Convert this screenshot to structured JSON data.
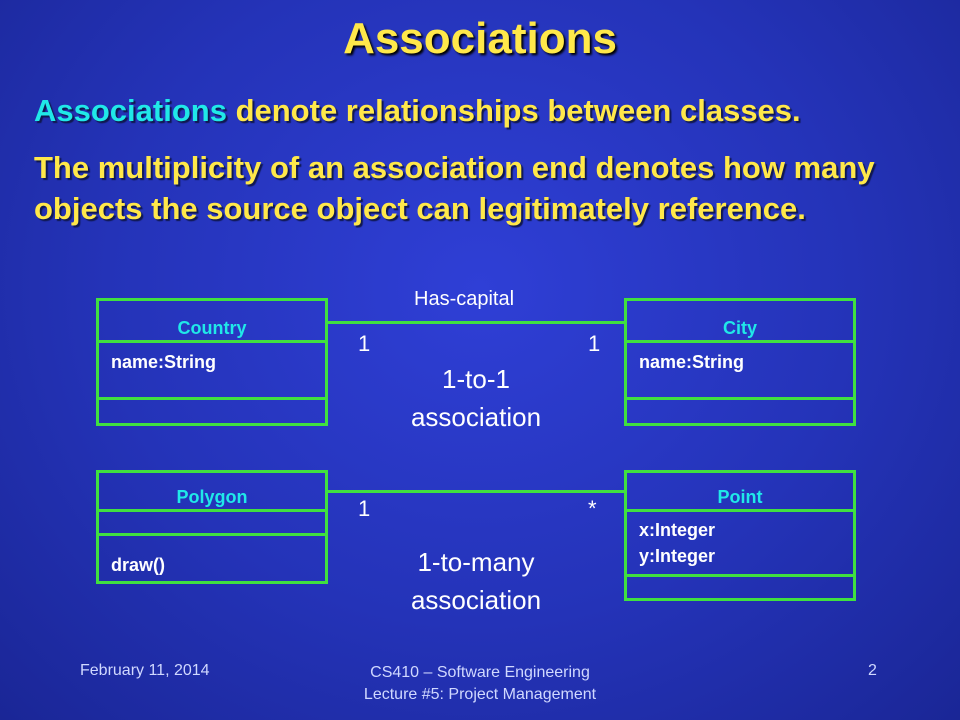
{
  "slide": {
    "title": "Associations",
    "para1_keyword": "Associations",
    "para1_rest": " denote relationships between classes.",
    "para2": "The multiplicity of an association end denotes how many objects the source object can legitimately reference."
  },
  "diagram": {
    "country": {
      "name": "Country",
      "attr": "name:String"
    },
    "city": {
      "name": "City",
      "attr": "name:String"
    },
    "polygon": {
      "name": "Polygon",
      "op": "draw()"
    },
    "point": {
      "name": "Point",
      "attr1": "x:Integer",
      "attr2": "y:Integer"
    },
    "assoc1": {
      "role": "Has-capital",
      "mult_left": "1",
      "mult_right": "1",
      "label_line1": "1-to-1",
      "label_line2": "association"
    },
    "assoc2": {
      "mult_left": "1",
      "mult_right": "*",
      "label_line1": "1-to-many",
      "label_line2": "association"
    }
  },
  "footer": {
    "date": "February 11, 2014",
    "course_line1": "CS410 – Software Engineering",
    "course_line2": "Lecture #5: Project Management",
    "page": "2"
  }
}
